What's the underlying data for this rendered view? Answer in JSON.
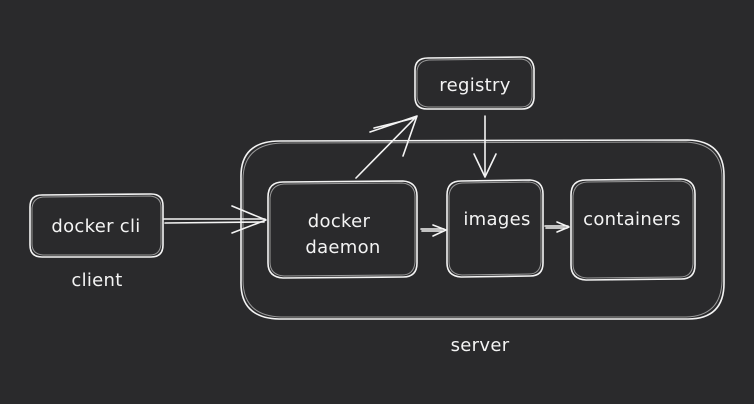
{
  "diagram": {
    "registry": "registry",
    "docker_cli": "docker cli",
    "client": "client",
    "docker_daemon_line1": "docker",
    "docker_daemon_line2": "daemon",
    "images": "images",
    "containers": "containers",
    "server": "server"
  },
  "colors": {
    "background": "#2a2a2c",
    "stroke": "#f4f4f4"
  }
}
